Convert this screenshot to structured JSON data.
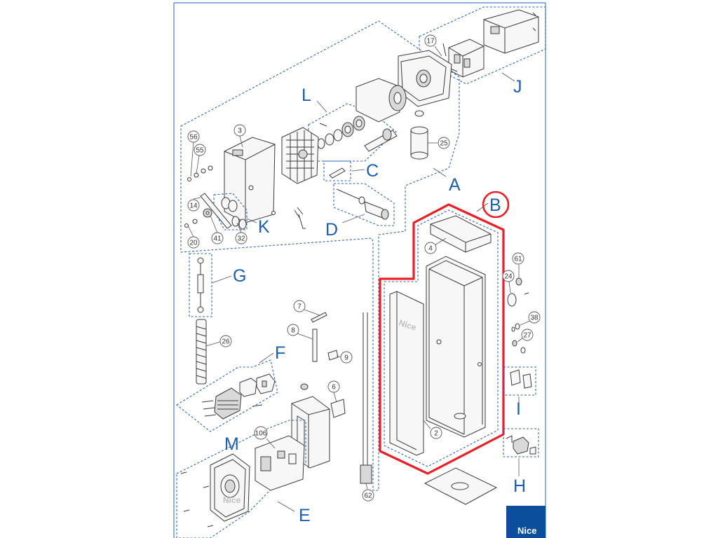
{
  "diagram": {
    "group_letters": {
      "A": "A",
      "B": "B",
      "C": "C",
      "D": "D",
      "E": "E",
      "F": "F",
      "G": "G",
      "H": "H",
      "I": "I",
      "J": "J",
      "K": "K",
      "L": "L",
      "M": "M"
    },
    "callouts": {
      "c2": "2",
      "c3": "3",
      "c4": "4",
      "c6": "6",
      "c7": "7",
      "c8": "8",
      "c9": "9",
      "c14": "14",
      "c17": "17",
      "c20": "20",
      "c24": "24",
      "c25": "25",
      "c26": "26",
      "c27": "27",
      "c32": "32",
      "c38": "38",
      "c41": "41",
      "c55": "55",
      "c56": "56",
      "c61": "61",
      "c62": "62",
      "c106": "106"
    },
    "panel_brand_text": "Nice",
    "cover_brand_text": "Nice",
    "logo_text": "Nice",
    "colors": {
      "group_letter": "#1f5ea8",
      "dashed_outline": "#2f66b0",
      "highlight": "#e8202a",
      "logo_bg": "#0b4f9c",
      "frame": "#4a7fc1"
    }
  }
}
